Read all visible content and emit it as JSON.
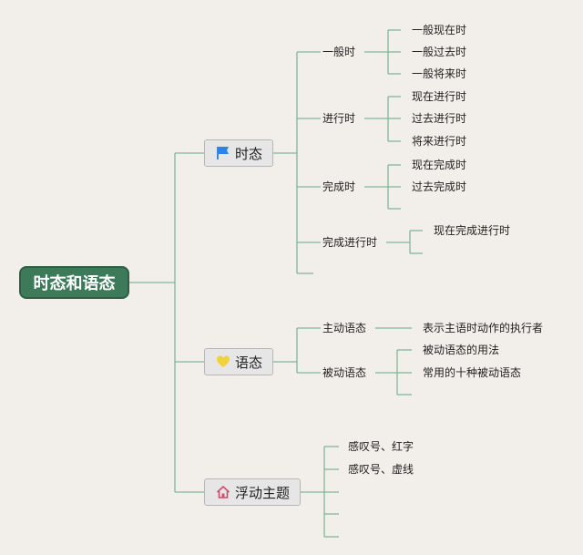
{
  "colors": {
    "line": "#7fb79a",
    "root_bg": "#3d7a5a",
    "branch_bg": "#e6e6e6"
  },
  "root": {
    "label": "时态和语态"
  },
  "branches": {
    "tense": {
      "label": "时态",
      "icon": "flag-icon",
      "sub": {
        "simple": {
          "label": "一般时",
          "leaves": [
            "一般现在时",
            "一般过去时",
            "一般将来时"
          ]
        },
        "progressive": {
          "label": "进行时",
          "leaves": [
            "现在进行时",
            "过去进行时",
            "将来进行时"
          ]
        },
        "perfect": {
          "label": "完成时",
          "leaves": [
            "现在完成时",
            "过去完成时"
          ]
        },
        "perfect_progressive": {
          "label": "完成进行时",
          "leaves": [
            "现在完成进行时"
          ]
        }
      }
    },
    "voice": {
      "label": "语态",
      "icon": "heart-icon",
      "sub": {
        "active": {
          "label": "主动语态",
          "leaves": [
            "表示主语时动作的执行者"
          ]
        },
        "passive": {
          "label": "被动语态",
          "leaves": [
            "被动语态的用法",
            "常用的十种被动语态"
          ]
        }
      }
    },
    "floating": {
      "label": "浮动主题",
      "icon": "home-icon",
      "leaves": [
        "感叹号、红字",
        "感叹号、虚线"
      ]
    }
  }
}
